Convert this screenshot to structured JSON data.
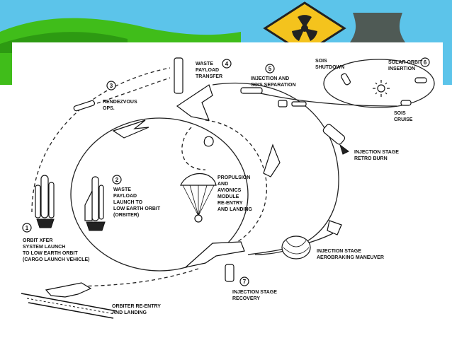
{
  "slide": {
    "colors": {
      "sky": "#5cc4ea",
      "green": "#40bd1a",
      "sign": "#f4c31d",
      "paper": "#ffffff"
    }
  },
  "diagram": {
    "steps": [
      {
        "num": "1",
        "lines": [
          "ORBIT XFER",
          "SYSTEM LAUNCH",
          "TO LOW EARTH ORBIT",
          "(CARGO LAUNCH VEHICLE)"
        ]
      },
      {
        "num": "2",
        "lines": [
          "WASTE",
          "PAYLOAD",
          "LAUNCH TO",
          "LOW EARTH ORBIT",
          "(ORBITER)"
        ]
      },
      {
        "num": "3",
        "lines": [
          "RENDEZVOUS",
          "OPS."
        ]
      },
      {
        "num": "4",
        "lines": [
          "WASTE",
          "PAYLOAD",
          "TRANSFER"
        ]
      },
      {
        "num": "5",
        "lines": [
          "INJECTION AND",
          "SOIS SEPARATION"
        ]
      },
      {
        "num": "6",
        "lines": [
          "SOLAR ORBIT",
          "INSERTION"
        ]
      },
      {
        "num": "7",
        "lines": [
          "INJECTION STAGE",
          "RECOVERY"
        ]
      }
    ],
    "labels": {
      "sois_shutdown": [
        "SOIS",
        "SHUTDOWN"
      ],
      "sois_cruise": [
        "SOIS",
        "CRUISE"
      ],
      "retro_burn": [
        "INJECTION STAGE",
        "RETRO BURN"
      ],
      "propulsion": [
        "PROPULSION",
        "AND",
        "AVIONICS",
        "MODULE",
        "RE-ENTRY",
        "AND LANDING"
      ],
      "aerobraking": [
        "INJECTION STAGE",
        "AEROBRAKING MANEUVER"
      ],
      "orbiter_reentry": [
        "ORBITER RE-ENTRY",
        "AND LANDING"
      ]
    }
  }
}
